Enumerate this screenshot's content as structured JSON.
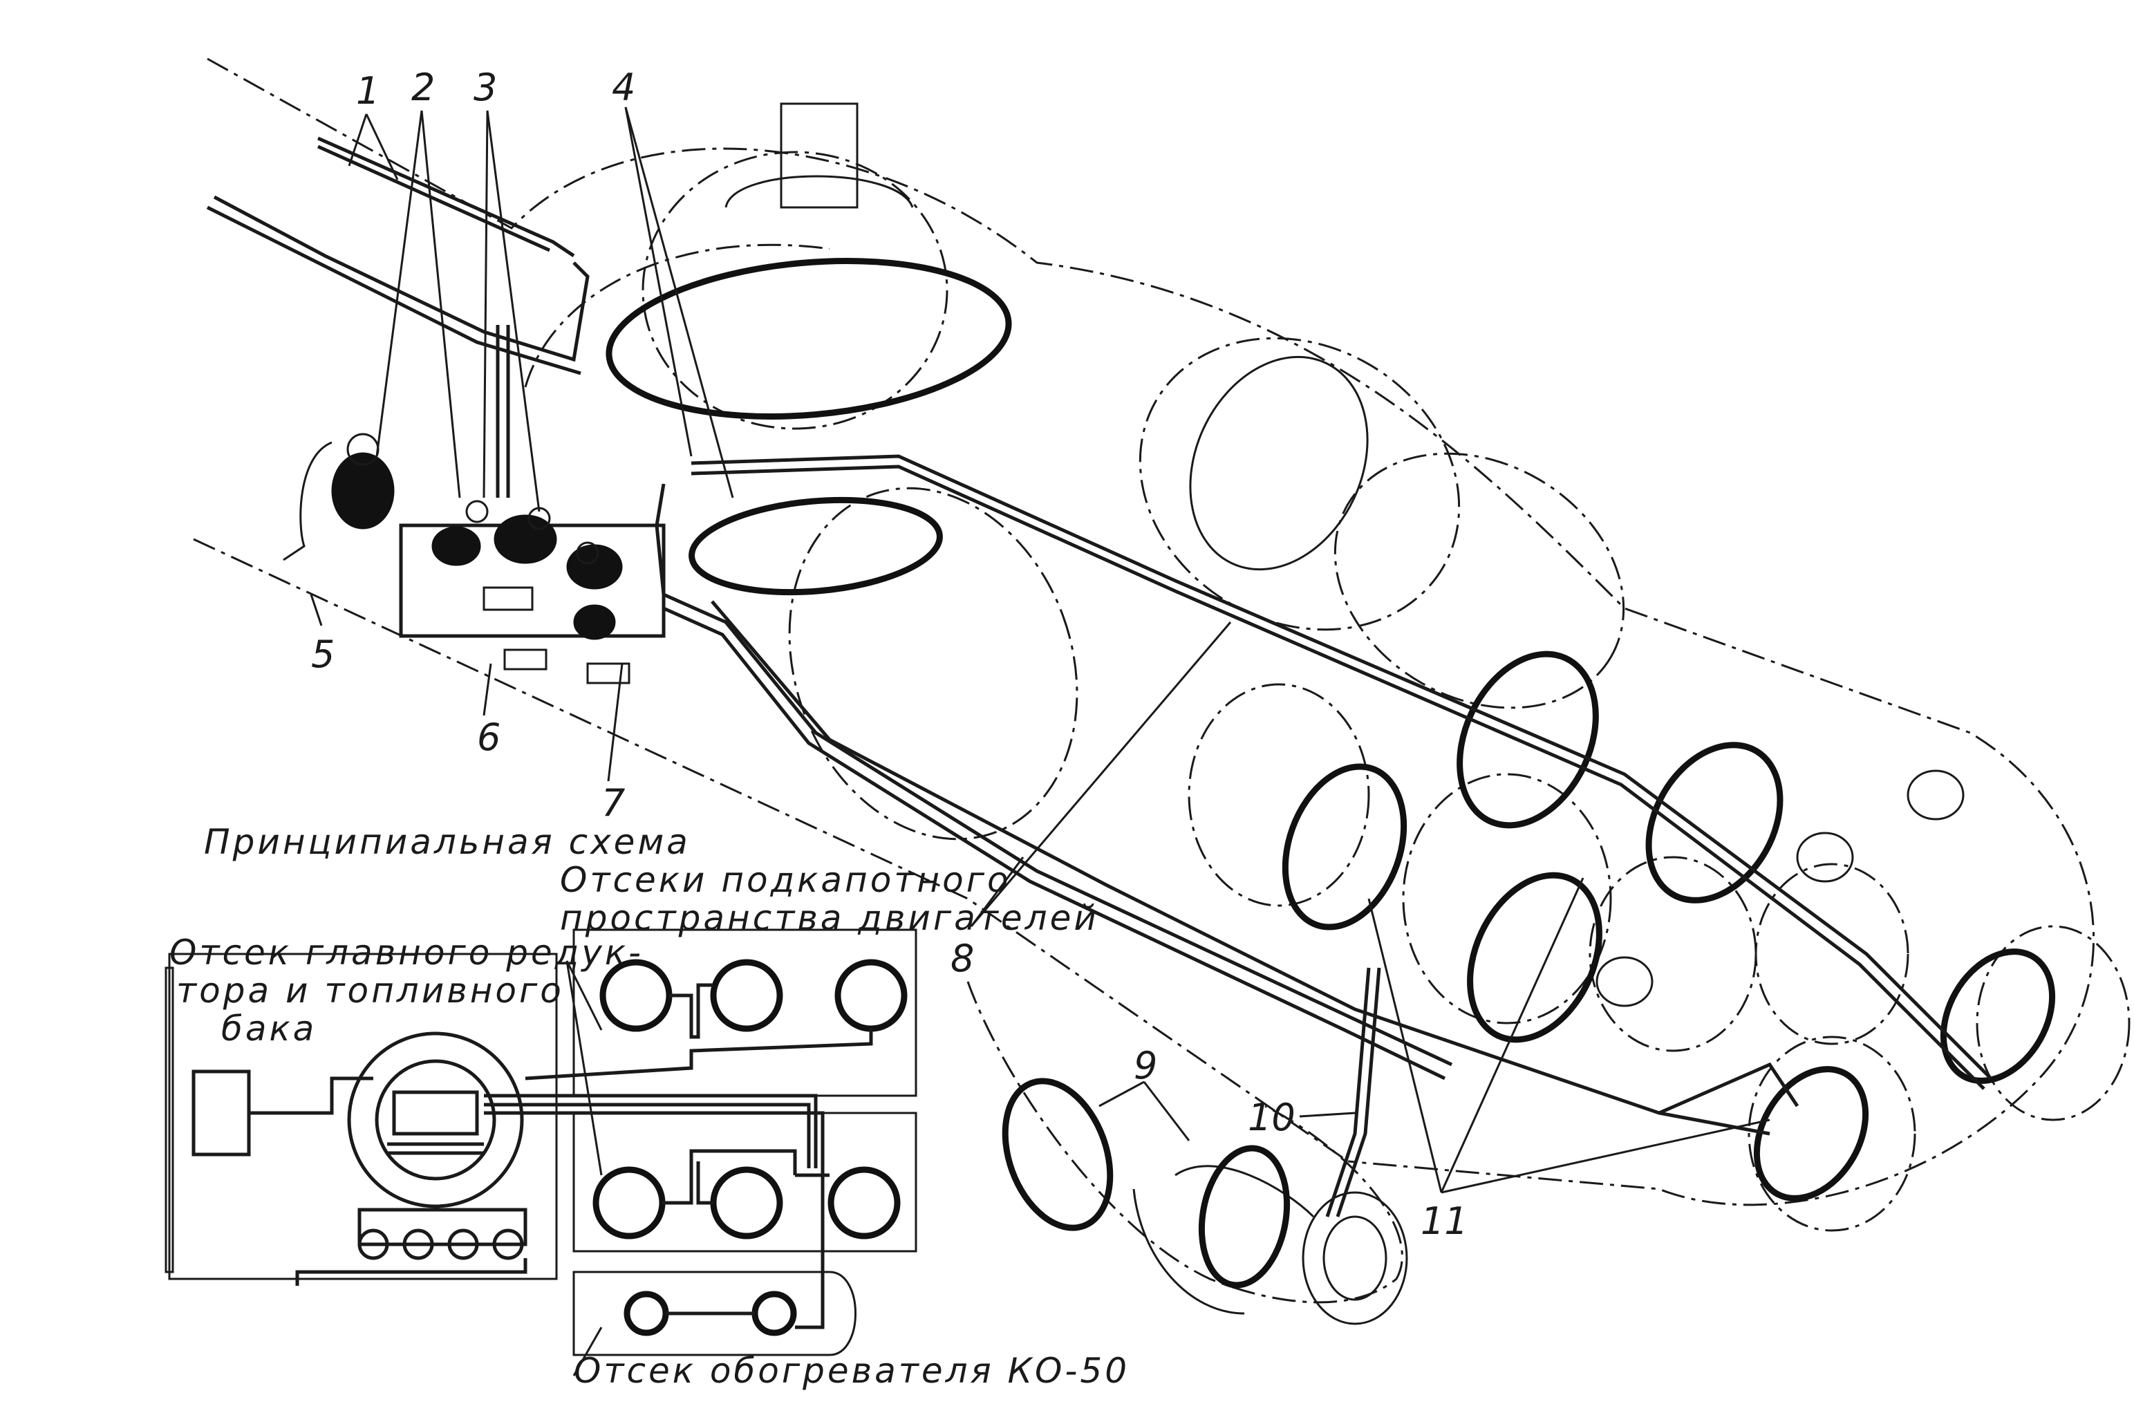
{
  "callouts": {
    "c1": "1",
    "c2": "2",
    "c3": "3",
    "c4": "4",
    "c5": "5",
    "c6": "6",
    "c7": "7",
    "c8": "8",
    "c9": "9",
    "c10": "10",
    "c11": "11"
  },
  "schematic": {
    "title": "Принципиальная схема",
    "compartment_reducer": [
      "Отсек главного редук-",
      "тора и топливного",
      "бака"
    ],
    "compartment_engines": [
      "Отсеки подкапотного",
      "пространства двигателей"
    ],
    "compartment_heater": "Отсек обогревателя КО-50"
  },
  "colors": {
    "ink": "#111111",
    "paper": "#ffffff"
  }
}
